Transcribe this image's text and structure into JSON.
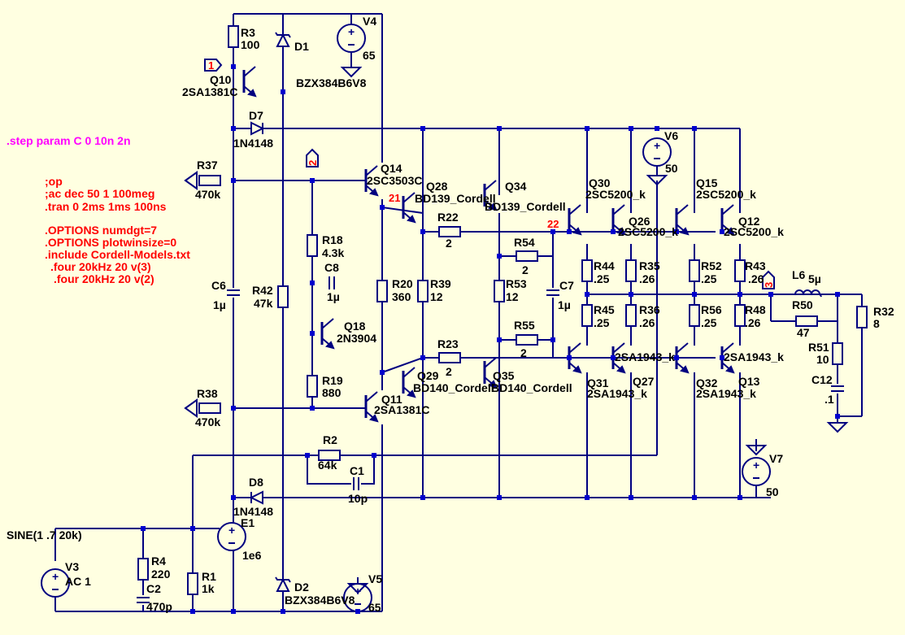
{
  "colors": {
    "background": "#ffffe1",
    "wire": "#000080",
    "component": "#000080",
    "junction": "#0000cd",
    "text": "#000000",
    "directive": "#ff0000",
    "step_directive": "#ff00ff"
  },
  "directives": {
    "step": ".step param C 0 10n 2n",
    "op": ";op",
    "ac": ";ac dec 50 1 100meg",
    "tran": ".tran 0 2ms 1ms 100ns",
    "numdgt": ".OPTIONS numdgt=7",
    "plotwinsize": ".OPTIONS plotwinsize=0",
    "include": ".include Cordell-Models.txt",
    "four3": ".four 20kHz 20 v(3)",
    "four2": ".four 20kHz 20 v(2)"
  },
  "net_labels": {
    "n1": "1",
    "n2": "2",
    "n3": "3",
    "n21": "21",
    "n22": "22"
  },
  "components": {
    "R3": {
      "name": "R3",
      "value": "100"
    },
    "D1": {
      "name": "D1",
      "model": "BZX384B6V8"
    },
    "V4": {
      "name": "V4",
      "value": "65"
    },
    "Q10": {
      "name": "Q10",
      "model": "2SA1381C"
    },
    "D7": {
      "name": "D7",
      "model": "1N4148"
    },
    "R37": {
      "name": "R37",
      "value": "470k"
    },
    "Q14": {
      "name": "Q14",
      "model": "2SC3503C"
    },
    "Q28": {
      "name": "Q28",
      "model": "BD139_Cordell"
    },
    "Q34": {
      "name": "Q34",
      "model": "BD139_Cordell"
    },
    "Q30": {
      "name": "Q30",
      "model": "2SC5200_k"
    },
    "Q15": {
      "name": "Q15",
      "model": "2SC5200_k"
    },
    "Q26": {
      "name": "Q26",
      "model": "2SC5200_k"
    },
    "Q12": {
      "name": "Q12",
      "model": "2SC5200_k"
    },
    "V6": {
      "name": "V6",
      "value": "50"
    },
    "R22": {
      "name": "R22",
      "value": "2"
    },
    "R54": {
      "name": "R54",
      "value": "2"
    },
    "R18": {
      "name": "R18",
      "value": "4.3k"
    },
    "C8": {
      "name": "C8",
      "value": "1µ"
    },
    "C6": {
      "name": "C6",
      "value": "1µ"
    },
    "R42": {
      "name": "R42",
      "value": "47k"
    },
    "R20": {
      "name": "R20",
      "value": "360"
    },
    "R39": {
      "name": "R39",
      "value": "12"
    },
    "R53": {
      "name": "R53",
      "value": "12"
    },
    "C7": {
      "name": "C7",
      "value": "1µ"
    },
    "R44": {
      "name": "R44",
      "value": ".25"
    },
    "R35": {
      "name": "R35",
      "value": ".26"
    },
    "R52": {
      "name": "R52",
      "value": ".25"
    },
    "R43": {
      "name": "R43",
      "value": ".26"
    },
    "L6": {
      "name": "L6",
      "value": "5µ"
    },
    "R50": {
      "name": "R50",
      "value": "47"
    },
    "R32": {
      "name": "R32",
      "value": "8"
    },
    "R45": {
      "name": "R45",
      "value": ".25"
    },
    "R36": {
      "name": "R36",
      "value": ".26"
    },
    "R56": {
      "name": "R56",
      "value": ".25"
    },
    "R48": {
      "name": "R48",
      "value": ".26"
    },
    "Q18": {
      "name": "Q18",
      "model": "2N3904"
    },
    "R55": {
      "name": "R55",
      "value": "2"
    },
    "R23": {
      "name": "R23",
      "value": "2"
    },
    "R51": {
      "name": "R51",
      "value": "10"
    },
    "C12": {
      "name": "C12",
      "value": ".1"
    },
    "R19": {
      "name": "R19",
      "value": "880"
    },
    "Q29": {
      "name": "Q29",
      "model": "BD140_Cordell"
    },
    "Q35": {
      "name": "Q35",
      "model": "BD140_Cordell"
    },
    "Q31": {
      "name": "Q31",
      "model": "2SA1943_k"
    },
    "Q27": {
      "name": "Q27",
      "model": "2SA1943_k"
    },
    "Q32": {
      "name": "Q32",
      "model": "2SA1943_k"
    },
    "Q13": {
      "name": "Q13",
      "model": "2SA1943_k"
    },
    "Q11": {
      "name": "Q11",
      "model": "2SA1381C"
    },
    "R38": {
      "name": "R38",
      "value": "470k"
    },
    "R2": {
      "name": "R2",
      "value": "64k"
    },
    "C1": {
      "name": "C1",
      "value": "10p"
    },
    "V7": {
      "name": "V7",
      "value": "50"
    },
    "D8": {
      "name": "D8",
      "model": "1N4148"
    },
    "E1": {
      "name": "E1",
      "value": "1e6"
    },
    "V3": {
      "name": "V3",
      "source": "SINE(1 .7 20k)",
      "value": "AC 1"
    },
    "R4": {
      "name": "R4",
      "value": "220"
    },
    "C2": {
      "name": "C2",
      "value": "470p"
    },
    "R1": {
      "name": "R1",
      "value": "1k"
    },
    "D2": {
      "name": "D2",
      "model": "BZX384B6V8"
    },
    "V5": {
      "name": "V5",
      "value": "65"
    }
  }
}
